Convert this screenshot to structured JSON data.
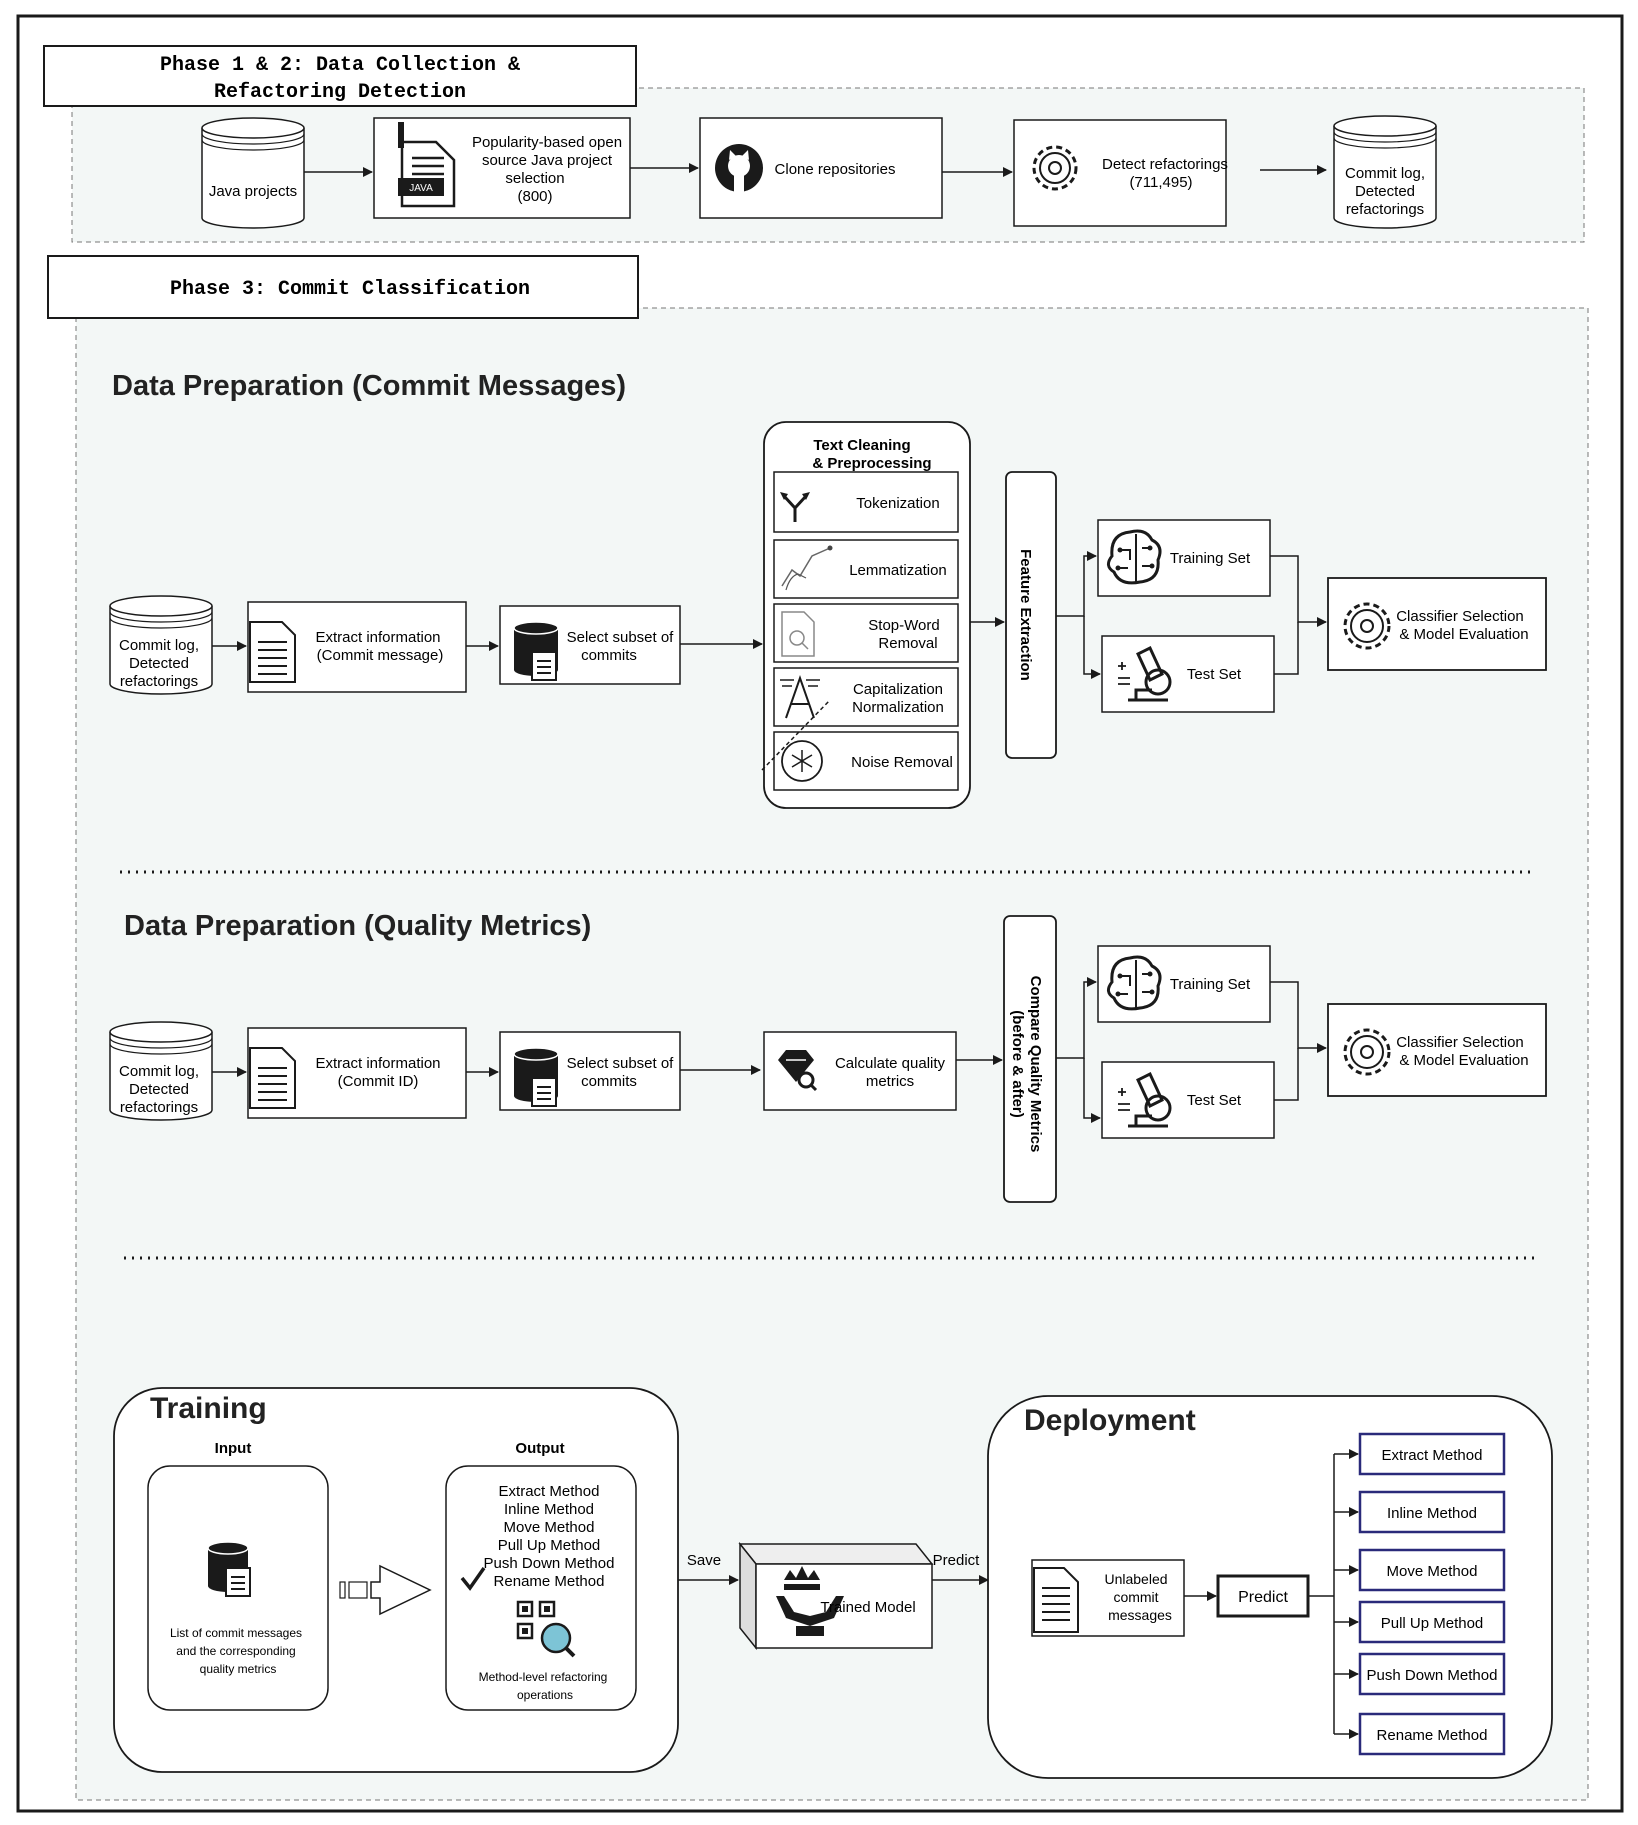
{
  "phase12": {
    "title_line1": "Phase 1 & 2:  Data Collection &",
    "title_line2": "Refactoring Detection",
    "java_projects": "Java projects",
    "selection_line1": "Popularity-based open",
    "selection_line2": "source Java project",
    "selection_line3": "selection",
    "selection_line4": "(800)",
    "java_badge": "JAVA",
    "clone": "Clone repositories",
    "detect_line1": "Detect refactorings",
    "detect_line2": "(711,495)",
    "commit_log_line1": "Commit log,",
    "commit_log_line2": "Detected",
    "commit_log_line3": "refactorings"
  },
  "phase3": {
    "title": "Phase 3:  Commit Classification"
  },
  "prep_messages": {
    "heading": "Data Preparation (Commit Messages)",
    "source_line1": "Commit log,",
    "source_line2": "Detected",
    "source_line3": "refactorings",
    "extract_line1": "Extract information",
    "extract_line2": "(Commit message)",
    "select_line1": "Select subset of",
    "select_line2": "commits",
    "cleaning_line1": "Text Cleaning",
    "cleaning_line2": "& Preprocessing",
    "tokenization": "Tokenization",
    "lemmatization": "Lemmatization",
    "stopword_line1": "Stop-Word",
    "stopword_line2": "Removal",
    "capitalization_line1": "Capitalization",
    "capitalization_line2": "Normalization",
    "noise": "Noise Removal",
    "feature": "Feature Extraction",
    "training": "Training Set",
    "test": "Test Set",
    "classifier_line1": "Classifier Selection",
    "classifier_line2": "& Model Evaluation"
  },
  "prep_metrics": {
    "heading": "Data Preparation (Quality Metrics)",
    "source_line1": "Commit log,",
    "source_line2": "Detected",
    "source_line3": "refactorings",
    "extract_line1": "Extract information",
    "extract_line2": "(Commit ID)",
    "select_line1": "Select subset of",
    "select_line2": "commits",
    "calc_line1": "Calculate quality",
    "calc_line2": "metrics",
    "compare_line1": "Compare Quality Metrics",
    "compare_line2": "(before & after)",
    "training": "Training Set",
    "test": "Test Set",
    "classifier_line1": "Classifier Selection",
    "classifier_line2": "& Model Evaluation"
  },
  "training": {
    "title": "Training",
    "input_label": "Input",
    "output_label": "Output",
    "input_desc_line1": "List of commit messages",
    "input_desc_line2": "and the corresponding",
    "input_desc_line3": "quality metrics",
    "outputs": [
      "Extract Method",
      "Inline Method",
      "Move Method",
      "Pull Up Method",
      "Push Down Method",
      "Rename Method"
    ],
    "output_desc_line1": "Method-level refactoring",
    "output_desc_line2": "operations",
    "save": "Save",
    "trained_model": "Trained Model",
    "predict_edge": "Predict"
  },
  "deployment": {
    "title": "Deployment",
    "unlabeled_line1": "Unlabeled",
    "unlabeled_line2": "commit",
    "unlabeled_line3": "messages",
    "predict": "Predict",
    "results": [
      "Extract Method",
      "Inline Method",
      "Move Method",
      "Pull Up Method",
      "Push Down Method",
      "Rename Method"
    ]
  },
  "colors": {
    "panel_bg": "#f3f7f6",
    "stroke": "#1a1a1a",
    "result_border": "#2a2a7a"
  }
}
